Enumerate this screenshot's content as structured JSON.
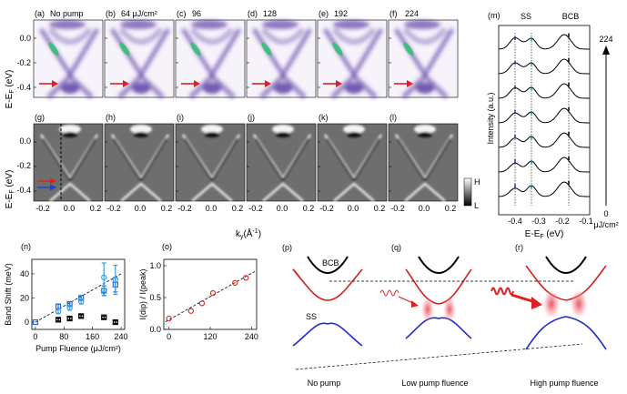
{
  "panels": {
    "a": {
      "label": "(a)",
      "title": "No pump"
    },
    "b": {
      "label": "(b)",
      "title": "64 μJ/cm²"
    },
    "c": {
      "label": "(c)",
      "title": "96"
    },
    "d": {
      "label": "(d)",
      "title": "128"
    },
    "e": {
      "label": "(e)",
      "title": "192"
    },
    "f": {
      "label": "(f)",
      "title": "224"
    },
    "g": {
      "label": "(g)"
    },
    "h": {
      "label": "(h)"
    },
    "i": {
      "label": "(i)"
    },
    "j": {
      "label": "(j)"
    },
    "k": {
      "label": "(k)"
    },
    "l": {
      "label": "(l)"
    },
    "m": {
      "label": "(m)"
    },
    "n": {
      "label": "(n)"
    },
    "o": {
      "label": "(o)"
    },
    "p": {
      "label": "(p)"
    },
    "q": {
      "label": "(q)"
    },
    "r": {
      "label": "(r)"
    }
  },
  "arpes": {
    "ylabel": "E-E",
    "ylabel_sub": "F",
    "ylabel_unit": " (eV)",
    "yticks": [
      "0.0",
      "-0.2",
      "-0.4"
    ],
    "xticks": [
      "-0.2",
      "0.0",
      "0.2"
    ],
    "xlabel": "k",
    "xlabel_sub": "y",
    "xlabel_unit": "(Å",
    "xlabel_sup": "-1",
    "xlabel_close": ")",
    "colorbar_high": "H",
    "colorbar_low": "L",
    "colors": {
      "arrow": "#e02020",
      "g_arrow_red": "#e02020",
      "g_arrow_blue": "#2040d0",
      "band": "#4a2a9a",
      "hot": "#39c07a"
    }
  },
  "edc": {
    "ylabel": "Intensity (a.u.)",
    "xlabel": "E-E",
    "xlabel_sub": "F",
    "xlabel_unit": " (eV)",
    "xticks": [
      "-0.4",
      "-0.3",
      "-0.2",
      "-0.1"
    ],
    "label_ss": "SS",
    "label_bcb": "BCB",
    "scale_top": "224",
    "scale_bottom": "0",
    "scale_unit": "μJ/cm²"
  },
  "chart_data": [
    {
      "type": "scatter",
      "panel": "(n)",
      "xlabel": "Pump Fluence (μJ/cm²)",
      "ylabel": "Band Shift (meV)",
      "xticks": [
        "0",
        "80",
        "160",
        "240"
      ],
      "yticks": [
        "0",
        "20",
        "40"
      ],
      "xlim": [
        -10,
        250
      ],
      "ylim": [
        -6,
        52
      ],
      "series": [
        {
          "color": "#1e6fd0",
          "marker": "square",
          "x": [
            0,
            64,
            96,
            128,
            192,
            224
          ],
          "y": [
            0,
            13,
            15,
            20,
            26,
            31
          ],
          "err": [
            0,
            2,
            2,
            2,
            4,
            6
          ]
        },
        {
          "color": "#3aa0e0",
          "marker": "circle",
          "x": [
            64,
            96,
            128,
            192,
            224
          ],
          "y": [
            9,
            12,
            17,
            37,
            35
          ],
          "err": [
            2,
            2,
            2,
            12,
            12
          ]
        },
        {
          "color": "#000000",
          "marker": "square",
          "x": [
            64,
            96,
            128,
            192,
            224
          ],
          "y": [
            2,
            3,
            5,
            4,
            0
          ],
          "err": [
            1,
            1,
            1,
            1,
            1
          ]
        }
      ],
      "fit_line": {
        "x": [
          0,
          240
        ],
        "y": [
          0,
          40
        ]
      }
    },
    {
      "type": "scatter",
      "panel": "(o)",
      "xlabel": "",
      "ylabel": "I(dip) / I(peak)",
      "xticks": [
        "0",
        "120",
        "240"
      ],
      "yticks": [
        "0.0",
        "0.5",
        "1.0"
      ],
      "xlim": [
        -15,
        255
      ],
      "ylim": [
        0,
        1.1
      ],
      "series": [
        {
          "color": "#e03030",
          "marker": "circle-open",
          "x": [
            0,
            64,
            96,
            128,
            192,
            224
          ],
          "y": [
            0.17,
            0.29,
            0.41,
            0.57,
            0.73,
            0.81
          ]
        }
      ],
      "fit_line": {
        "x": [
          -10,
          250
        ],
        "y": [
          0.12,
          0.91
        ]
      }
    }
  ],
  "schematic": {
    "label_bcb": "BCB",
    "label_ss": "SS",
    "caption_p": "No pump",
    "caption_q": "Low pump fluence",
    "caption_r": "High pump fluence",
    "colors": {
      "bcb": "#000000",
      "upper": "#d42020",
      "lower": "#2030c0",
      "blob": "#f06070"
    }
  }
}
